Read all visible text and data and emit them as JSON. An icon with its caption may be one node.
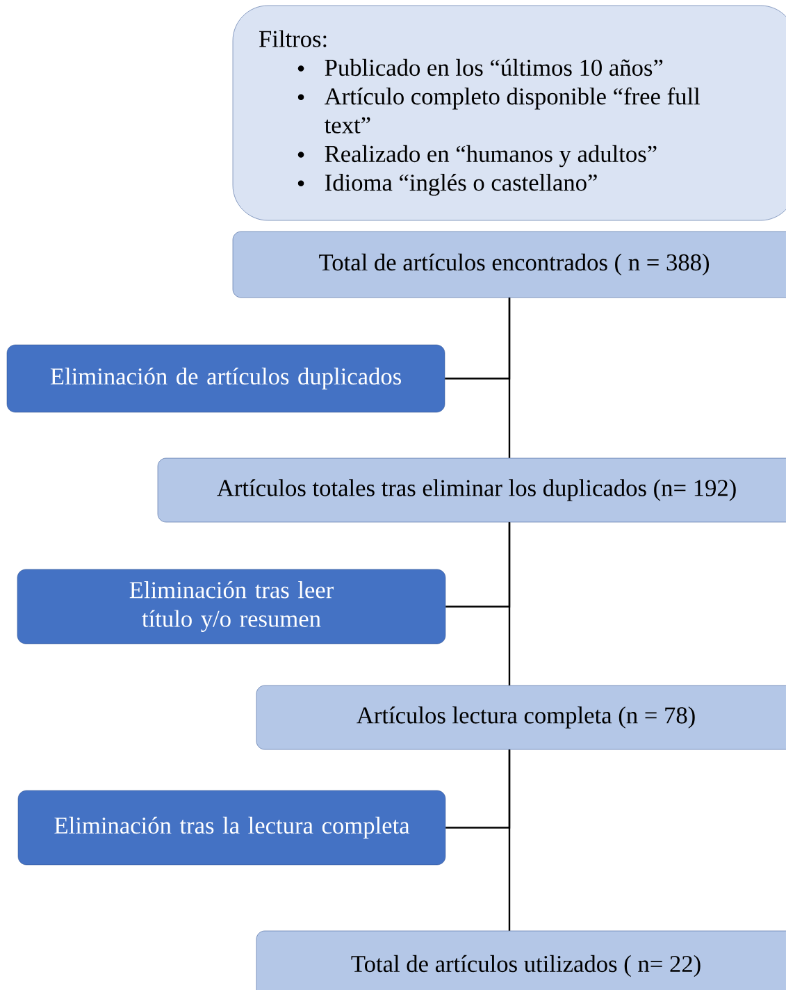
{
  "diagram": {
    "nodes": [
      {
        "text": [
          "Filtros:",
          "Publicado en los “últimos 10 años”",
          "Artículo completo disponible “free full text”",
          "Realizado en “humanos y adultos”",
          "Idioma “inglés o castellano”"
        ]
      },
      {
        "text": [
          "Total de artículos encontrados ( n = 388)"
        ]
      },
      {
        "text": [
          "Eliminación de artículos duplicados"
        ]
      },
      {
        "text": [
          "Artículos totales tras eliminar los duplicados (n= 192)"
        ]
      },
      {
        "text": [
          "Eliminación tras leer título y/o resumen"
        ]
      },
      {
        "text": [
          "Artículos lectura completa (n = 78)"
        ]
      },
      {
        "text": [
          "Eliminación tras la lectura completa"
        ]
      },
      {
        "text": [
          "Total de artículos utilizados ( n= 22)"
        ]
      }
    ],
    "edges": [
      {
        "from": 1,
        "to": 3,
        "arrow": "none"
      },
      {
        "from": 1,
        "to": 2,
        "arrow": "none"
      },
      {
        "from": 3,
        "to": 5,
        "arrow": "none"
      },
      {
        "from": 3,
        "to": 4,
        "arrow": "none"
      },
      {
        "from": 5,
        "to": 7,
        "arrow": "none"
      },
      {
        "from": 5,
        "to": 6,
        "arrow": "none"
      }
    ]
  }
}
